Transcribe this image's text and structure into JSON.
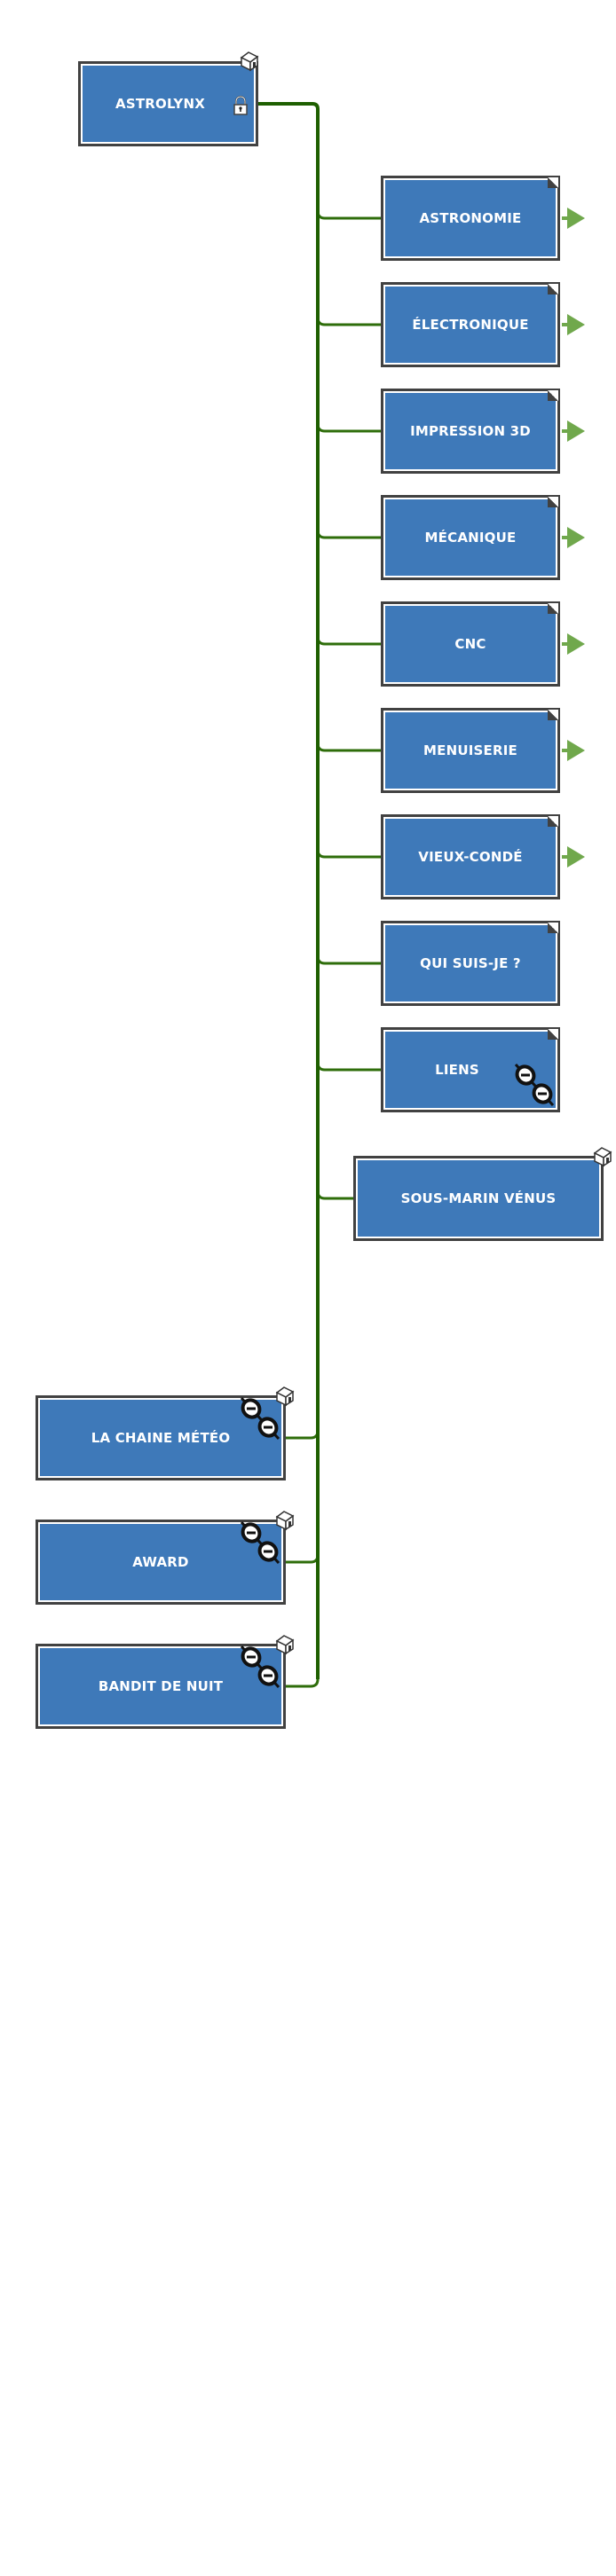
{
  "diagram": {
    "type": "mind-map",
    "colors": {
      "node_fill": "#3e79b9",
      "node_border": "#414141",
      "node_text": "#ffffff",
      "trunk": "#1e5f00",
      "branch": "#2e6d0a",
      "expand_arrow": "#70a84c"
    },
    "root": {
      "label": "ASTROLYNX",
      "icons": [
        "house-icon",
        "lock-icon"
      ]
    },
    "right_children": [
      {
        "label": "ASTRONOMIE",
        "folded": true,
        "expand_arrow": true
      },
      {
        "label": "ÉLECTRONIQUE",
        "folded": true,
        "expand_arrow": true
      },
      {
        "label": "IMPRESSION 3D",
        "folded": true,
        "expand_arrow": true
      },
      {
        "label": "MÉCANIQUE",
        "folded": true,
        "expand_arrow": true
      },
      {
        "label": "CNC",
        "folded": true,
        "expand_arrow": true
      },
      {
        "label": "MENUISERIE",
        "folded": true,
        "expand_arrow": true
      },
      {
        "label": "VIEUX-CONDÉ",
        "folded": true,
        "expand_arrow": true
      },
      {
        "label": "QUI SUIS-JE ?",
        "folded": true,
        "expand_arrow": false
      },
      {
        "label": "LIENS",
        "folded": true,
        "expand_arrow": false,
        "icons": [
          "link-icon"
        ]
      },
      {
        "label": "SOUS-MARIN VÉNUS",
        "folded": false,
        "expand_arrow": false,
        "icons": [
          "house-icon"
        ]
      }
    ],
    "left_children": [
      {
        "label": "LA CHAINE MÉTÉO",
        "icons": [
          "link-icon",
          "house-icon"
        ]
      },
      {
        "label": "AWARD",
        "icons": [
          "link-icon",
          "house-icon"
        ]
      },
      {
        "label": "BANDIT DE NUIT",
        "icons": [
          "link-icon",
          "house-icon"
        ]
      }
    ]
  }
}
